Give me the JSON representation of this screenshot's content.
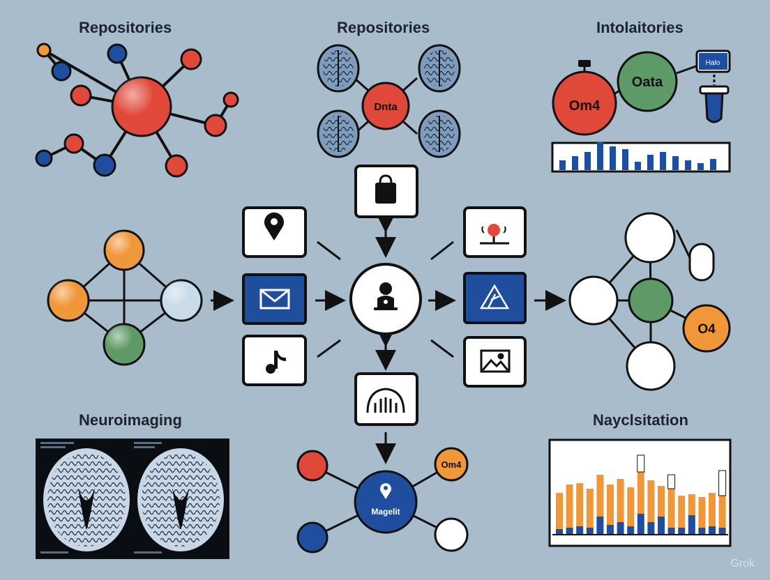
{
  "sections": {
    "top_left_title": "Repositories",
    "top_center_title": "Repositories",
    "top_right_title": "Intolaitories",
    "bottom_left_title": "Neuroimaging",
    "bottom_right_title": "Nayclsitation"
  },
  "nodes": {
    "top_center_hub": "Dnta",
    "top_right_red": "Om4",
    "top_right_green": "Oata",
    "top_right_tag": "Halo",
    "right_cluster_orange": "O4",
    "bottom_orange": "Om4",
    "bottom_hub": "Magelit"
  },
  "icons": [
    "map-pin-icon",
    "envelope-icon",
    "music-note-icon",
    "shopping-bag-icon",
    "user-lock-icon",
    "signal-icon",
    "person-icon",
    "triangle-logo-icon",
    "image-icon"
  ],
  "watermark": "Grok",
  "colors": {
    "background": "#a9bccb",
    "red": "#e0483a",
    "blue": "#1f4e9e",
    "orange": "#f0973a",
    "green": "#5e9a67",
    "light_blue": "#c8dbe9",
    "dark": "#111111"
  }
}
